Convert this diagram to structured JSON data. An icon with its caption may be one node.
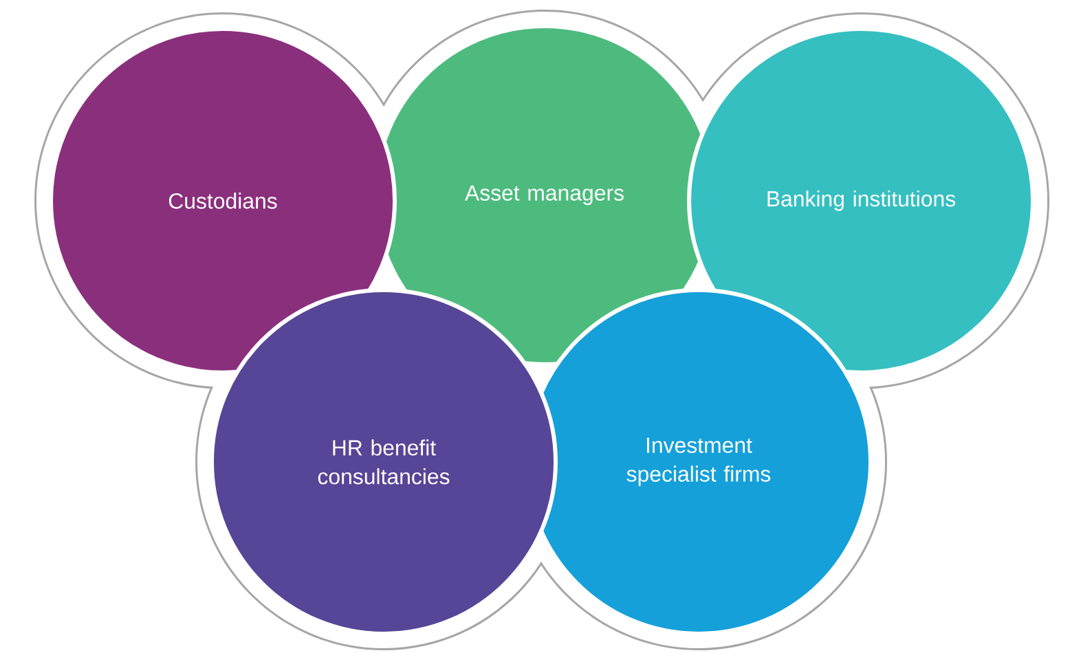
{
  "diagram": {
    "nodes": [
      {
        "text": [
          "Custodians"
        ]
      },
      {
        "text": [
          "Asset managers"
        ]
      },
      {
        "text": [
          "Banking institutions"
        ]
      },
      {
        "text": [
          "HR benefit consultancies"
        ]
      },
      {
        "text": [
          "Investment specialist firms"
        ]
      }
    ]
  }
}
